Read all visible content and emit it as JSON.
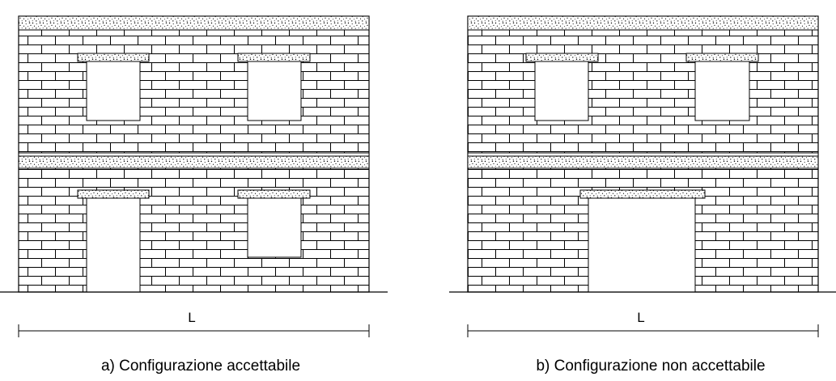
{
  "panels": [
    {
      "id": "a",
      "caption": "a) Configurazione accettabile",
      "dimension_label": "L"
    },
    {
      "id": "b",
      "caption": "b) Configurazione non accettabile",
      "dimension_label": "L"
    }
  ]
}
